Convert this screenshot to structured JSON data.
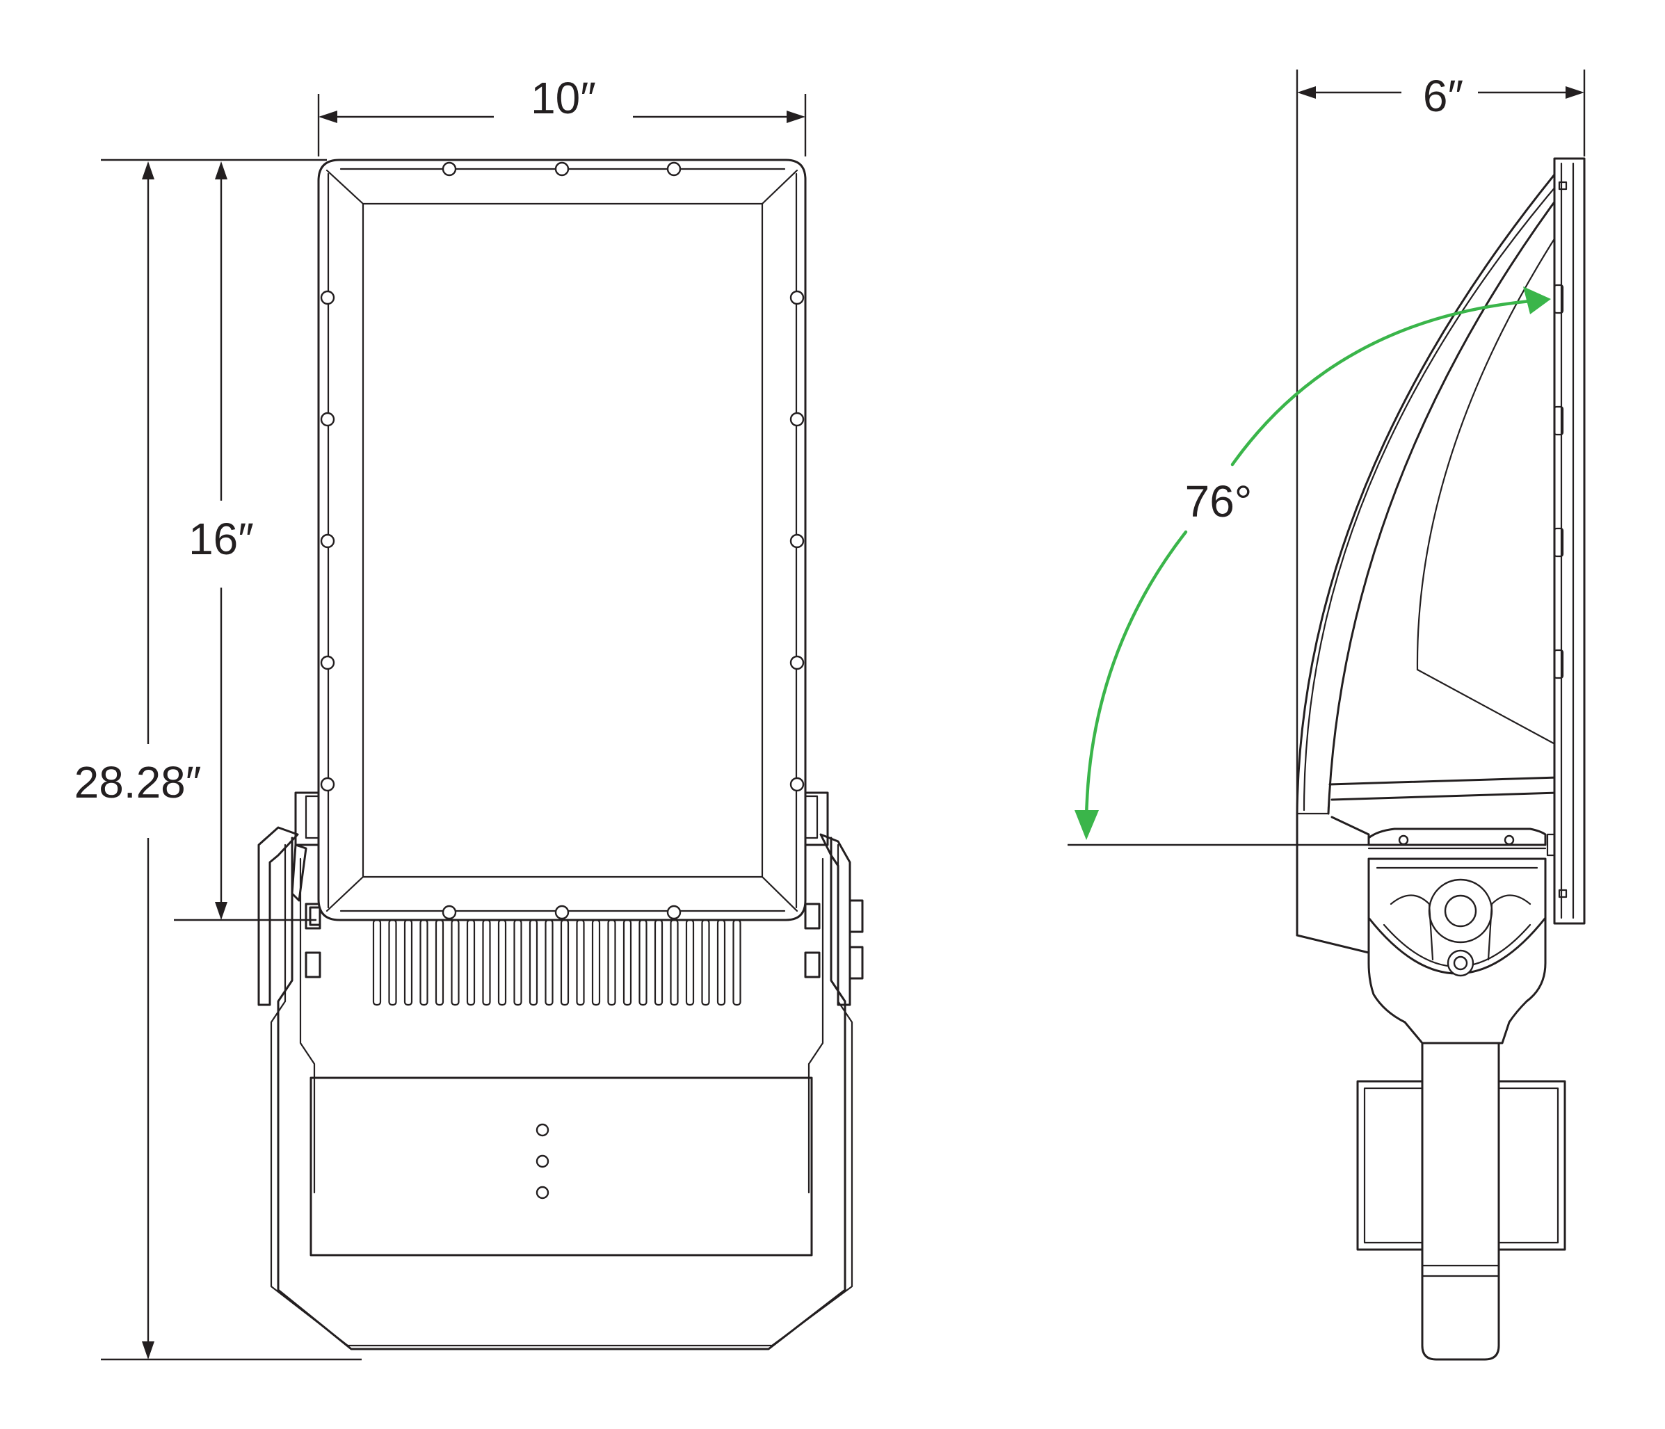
{
  "dimensions": {
    "width": "10″",
    "height_fixture": "16″",
    "height_overall": "28.28″",
    "depth": "6″",
    "tilt_angle": "76°"
  },
  "colors": {
    "line": "#231f20",
    "angle_arrow": "#3ab54a",
    "background": "#ffffff"
  },
  "views": [
    "front-view",
    "side-view"
  ]
}
